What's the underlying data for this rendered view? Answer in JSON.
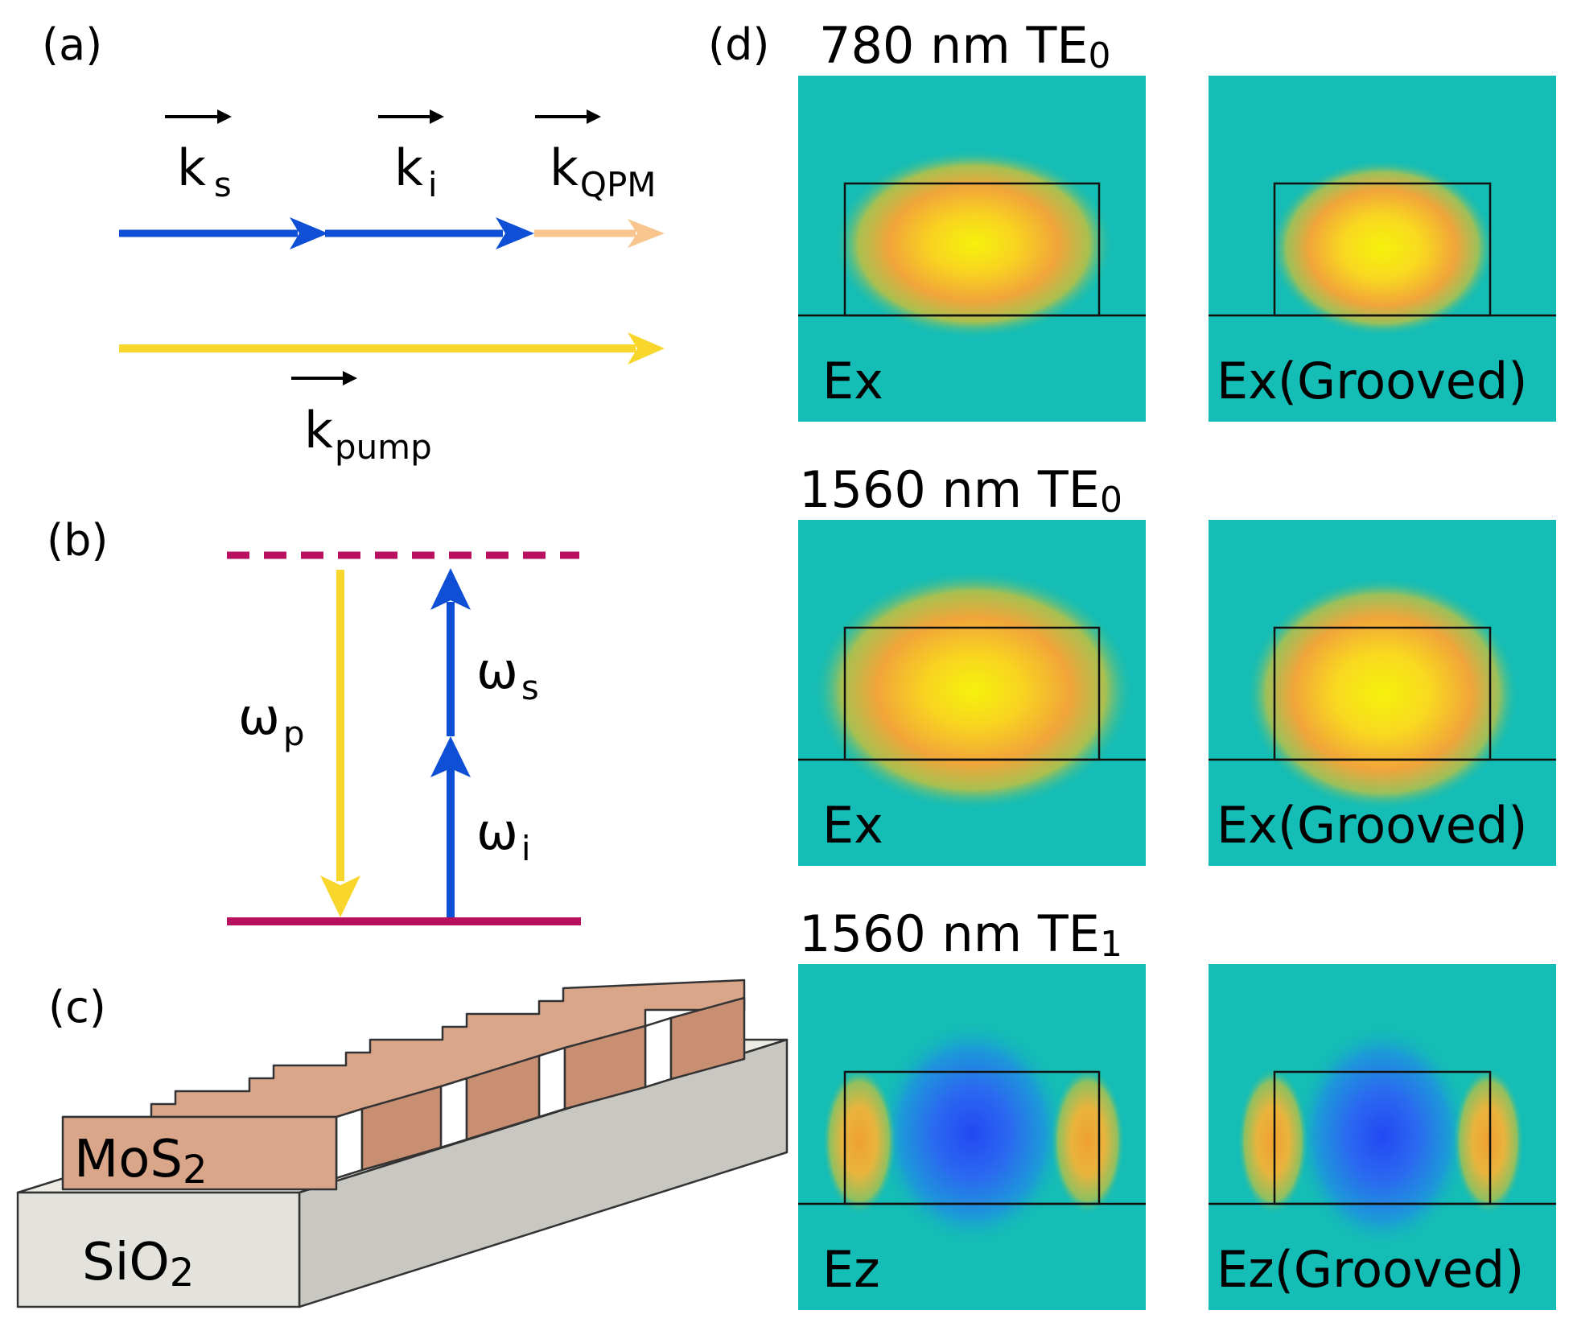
{
  "panel_labels": {
    "a": "(a)",
    "b": "(b)",
    "c": "(c)",
    "d": "(d)"
  },
  "panel_a": {
    "k_s": {
      "base": "k",
      "sub": "s"
    },
    "k_i": {
      "base": "k",
      "sub": "i"
    },
    "k_qpm": {
      "base": "k",
      "sub": "QPM"
    },
    "k_pump": {
      "base": "k",
      "sub": "pump"
    },
    "colors": {
      "signal_idler": "#0f4fd6",
      "qpm": "#f8c58f",
      "pump": "#f8d62c"
    }
  },
  "panel_b": {
    "omega_p": {
      "base": "ω",
      "sub": "p"
    },
    "omega_s": {
      "base": "ω",
      "sub": "s"
    },
    "omega_i": {
      "base": "ω",
      "sub": "i"
    },
    "colors": {
      "level": "#b8105e",
      "pump": "#f8d62c",
      "photon": "#0f4fd6"
    }
  },
  "panel_c": {
    "mos2": {
      "base": "MoS",
      "sub": "2"
    },
    "sio2": {
      "base": "SiO",
      "sub": "2"
    },
    "colors": {
      "mos2": "#daa68a",
      "sio2": "#e4e2dc"
    }
  },
  "panel_d": {
    "rows": [
      {
        "title": {
          "main": "780 nm TE",
          "sub": "0"
        },
        "left": {
          "label": "Ex",
          "mode": "te0_780"
        },
        "right": {
          "label": "Ex(Grooved)",
          "mode": "te0_780_g"
        }
      },
      {
        "title": {
          "main": "1560 nm TE",
          "sub": "0"
        },
        "left": {
          "label": "Ex",
          "mode": "te0_1560"
        },
        "right": {
          "label": "Ex(Grooved)",
          "mode": "te0_1560_g"
        }
      },
      {
        "title": {
          "main": "1560 nm TE",
          "sub": "1"
        },
        "left": {
          "label": "Ez",
          "mode": "te1_1560"
        },
        "right": {
          "label": "Ez(Grooved)",
          "mode": "te1_1560_g"
        }
      }
    ],
    "colors": {
      "background": "#14bdb5",
      "hot": "#f5f20e",
      "warm": "#f4a835",
      "cold": "#2050f0"
    }
  }
}
